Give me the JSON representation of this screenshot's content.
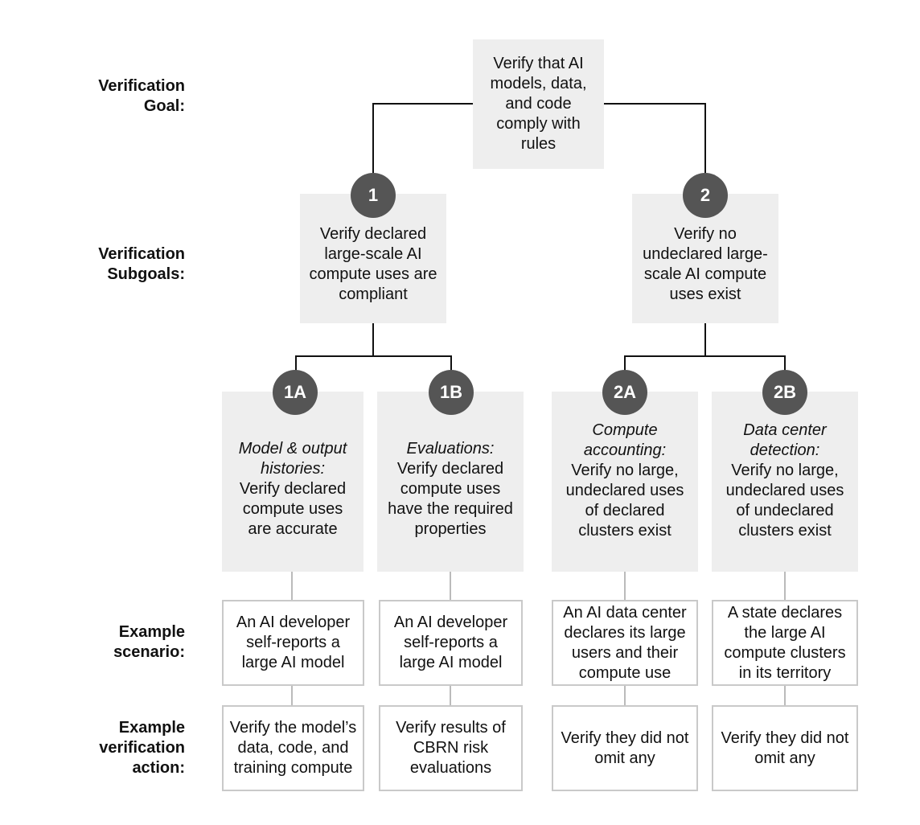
{
  "row_labels": {
    "goal": [
      "Verification",
      "Goal:"
    ],
    "subgoals": [
      "Verification",
      "Subgoals:"
    ],
    "scenario": [
      "Example",
      "scenario:"
    ],
    "action": [
      "Example",
      "verification",
      "action:"
    ]
  },
  "goal": {
    "lines": [
      "Verify that AI",
      "models, data,",
      "and code",
      "comply with",
      "rules"
    ]
  },
  "subgoals": [
    {
      "badge": "1",
      "lines": [
        "Verify declared",
        "large-scale AI",
        "compute uses are",
        "compliant"
      ]
    },
    {
      "badge": "2",
      "lines": [
        "Verify no",
        "undeclared large-",
        "scale AI compute",
        "uses exist"
      ]
    }
  ],
  "methods": [
    {
      "badge": "1A",
      "title_lines": [
        "Model & output",
        "histories:"
      ],
      "lines": [
        "Verify declared",
        "compute uses",
        "are accurate"
      ]
    },
    {
      "badge": "1B",
      "title_lines": [
        "Evaluations:"
      ],
      "lines": [
        "Verify declared",
        "compute uses",
        "have the required",
        "properties"
      ]
    },
    {
      "badge": "2A",
      "title_lines": [
        "Compute",
        "accounting:"
      ],
      "lines": [
        "Verify no large,",
        "undeclared uses",
        "of declared",
        "clusters exist"
      ]
    },
    {
      "badge": "2B",
      "title_lines": [
        "Data center",
        "detection:"
      ],
      "lines": [
        "Verify no large,",
        "undeclared uses",
        "of undeclared",
        "clusters exist"
      ]
    }
  ],
  "scenarios": [
    {
      "lines": [
        "An AI developer",
        "self-reports a",
        "large AI model"
      ]
    },
    {
      "lines": [
        "An AI developer",
        "self-reports a",
        "large AI model"
      ]
    },
    {
      "lines": [
        "An AI data center",
        "declares its large",
        "users and their",
        "compute use"
      ]
    },
    {
      "lines": [
        "A state declares",
        "the large AI",
        "compute clusters",
        "in its territory"
      ]
    }
  ],
  "actions": [
    {
      "lines": [
        "Verify the model’s",
        "data, code, and",
        "training compute"
      ]
    },
    {
      "lines": [
        "Verify results of",
        "CBRN risk",
        "evaluations"
      ]
    },
    {
      "lines": [
        "Verify they did not",
        "omit any"
      ]
    },
    {
      "lines": [
        "Verify they did not",
        "omit any"
      ]
    }
  ],
  "colors": {
    "box_fill": "#eeeeee",
    "badge_fill": "#555555",
    "outline": "#c9c9c9",
    "tree_line": "#111111",
    "link_line": "#bbbbbb"
  }
}
